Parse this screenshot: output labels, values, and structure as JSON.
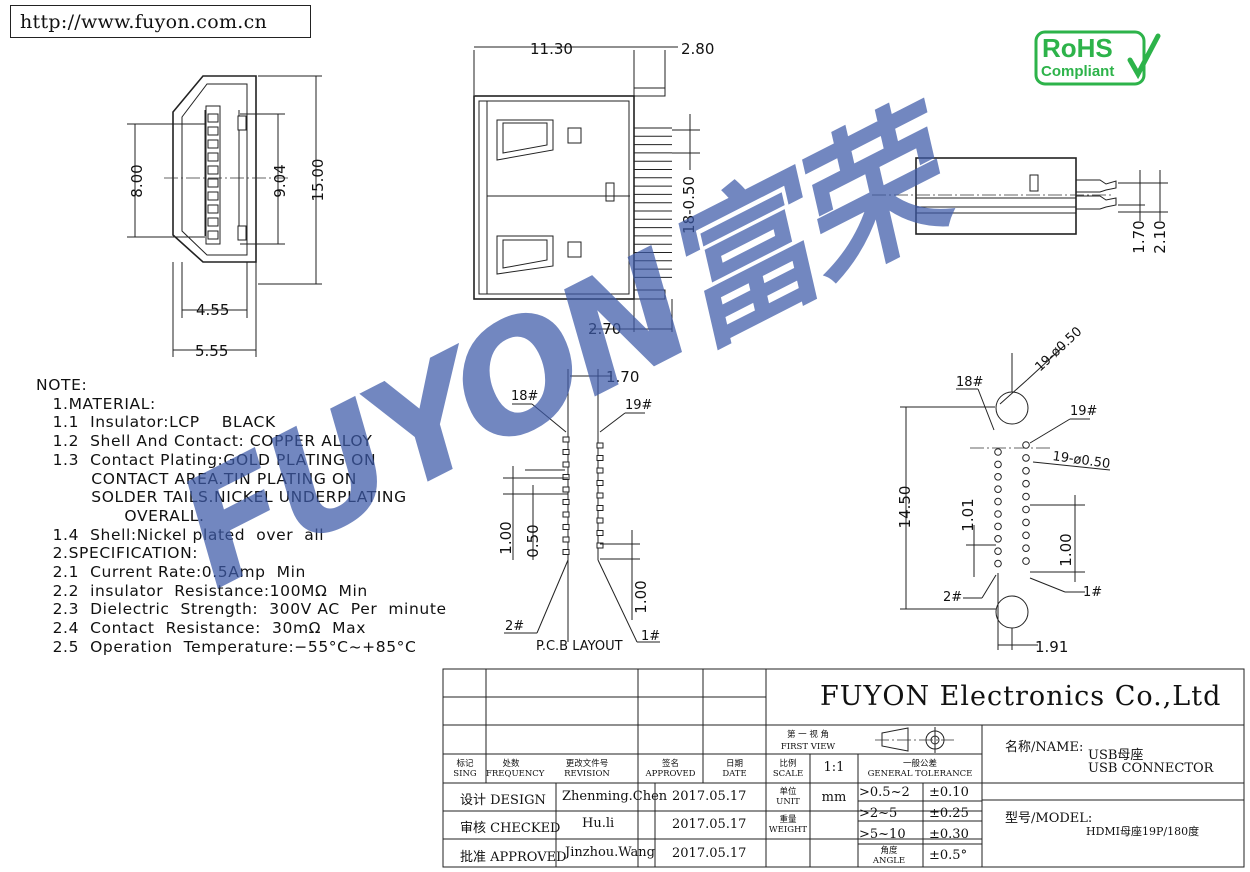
{
  "header": {
    "url": "http://www.fuyon.com.cn"
  },
  "logo": {
    "line1": "RoHS",
    "line2": "Compliant",
    "color": "#2db34a"
  },
  "watermark": {
    "text": "FUYON富荣",
    "color": "#3d5aa8"
  },
  "dimensions": {
    "front_view": {
      "d_8_00": "8.00",
      "d_9_04": "9.04",
      "d_15_00": "15.00",
      "d_4_55": "4.55",
      "d_5_55": "5.55"
    },
    "top_view": {
      "d_11_30": "11.30",
      "d_2_80": "2.80",
      "d_18_050": "18-0.50",
      "d_2_70": "2.70"
    },
    "side_view": {
      "d_1_70": "1.70",
      "d_2_10": "2.10"
    },
    "pcb_layout": {
      "d_1_70": "1.70",
      "pin18": "18#",
      "pin19": "19#",
      "d_1_00": "1.00",
      "d_0_50": "0.50",
      "d_1_00b": "1.00",
      "pin2": "2#",
      "pin1": "1#",
      "label": "P.C.B LAYOUT"
    },
    "hole_layout": {
      "hole_a": "19-ø0.50",
      "hole_b": "19-ø0.50",
      "pin18": "18#",
      "pin19": "19#",
      "d_14_50": "14.50",
      "d_1_01": "1.01",
      "d_1_00": "1.00",
      "pin2": "2#",
      "pin1": "1#",
      "d_1_91": "1.91"
    }
  },
  "notes": [
    "NOTE:",
    "   1.MATERIAL:",
    "   1.1  Insulator:LCP    BLACK",
    "   1.2  Shell And Contact: COPPER ALLOY",
    "   1.3  Contact Plating:GOLD PLATING ON",
    "          CONTACT AREA.TIN PLATING ON",
    "          SOLDER TAILS.NICKEL UNDERPLATING",
    "                OVERALL.",
    "   1.4  Shell:Nickel plated  over  all",
    "   2.SPECIFICATION:",
    "   2.1  Current Rate:0.5Amp  Min",
    "   2.2  insulator  Resistance:100MΩ  Min",
    "   2.3  Dielectric  Strength:  300V AC  Per  minute",
    "   2.4  Contact  Resistance:  30mΩ  Max",
    "   2.5  Operation  Temperature:−55°C~+85°C"
  ],
  "title_block": {
    "company": "FUYON Electronics Co.,Ltd",
    "first_view_cn": "第 一 视 角",
    "first_view_en": "FIRST VIEW",
    "name_label": "名称/NAME:",
    "name_cn": "USB母座",
    "name_en": "USB CONNECTOR",
    "model_label": "型号/MODEL:",
    "model_value": "HDMI母座19P/180度",
    "hdr": {
      "mark_cn": "标记",
      "mark_en": "SING",
      "freq_cn": "处数",
      "freq_en": "FREQUENCY",
      "rev_cn": "更改文件号",
      "rev_en": "REVISION",
      "appr_cn": "签名",
      "appr_en": "APPROVED",
      "date_cn": "日期",
      "date_en": "DATE",
      "scale_cn": "比例",
      "scale_en": "SCALE",
      "scale_val": "1:1",
      "tol_cn": "一般公差",
      "tol_en": "GENERAL TOLERANCE"
    },
    "rows": [
      {
        "role": "设计 DESIGN",
        "name": "Zhenming.Chen",
        "date": "2017.05.17"
      },
      {
        "role": "审核 CHECKED",
        "name": "Hu.li",
        "date": "2017.05.17"
      },
      {
        "role": "批准 APPROVED",
        "name": "Jinzhou.Wang",
        "date": "2017.05.17"
      }
    ],
    "unit_cn": "单位",
    "unit_en": "UNIT",
    "unit_val": "mm",
    "weight_cn": "重量",
    "weight_en": "WEIGHT",
    "angle_cn": "角度",
    "angle_en": "ANGLE",
    "tolerances": [
      {
        "range": ">0.5~2",
        "value": "±0.10"
      },
      {
        "range": ">2~5",
        "value": "±0.25"
      },
      {
        "range": ">5~10",
        "value": "±0.30"
      },
      {
        "range": "",
        "value": "±0.5°"
      }
    ]
  }
}
